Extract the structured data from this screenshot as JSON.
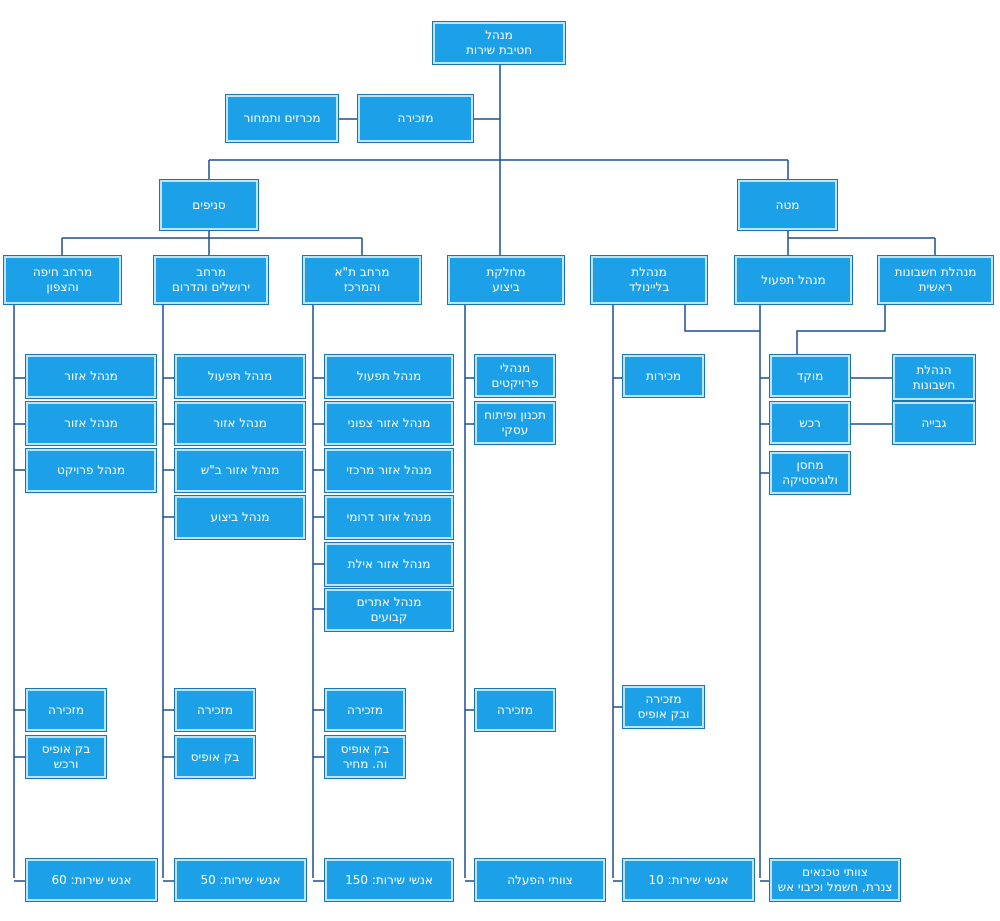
{
  "chart": {
    "ceo": {
      "line1": "מנהל",
      "line2": "חטיבת שירות"
    },
    "ceo_secretary": "מזכירה",
    "recruitment": "מכרזים ותמחור",
    "branches": "סניפים",
    "hq": "מטה",
    "haifa": {
      "line1": "מרחב חיפה",
      "line2": "והצפון",
      "staff": [
        "מנהל אזור",
        "מנהל אזור",
        "מנהל פרויקט"
      ],
      "secretary": "מזכירה",
      "backoffice": {
        "line1": "בק אופיס",
        "line2": "ורכש"
      },
      "headcount": "אנשי שירות: 60"
    },
    "jerusalem": {
      "line1": "מרחב",
      "line2": "ירושלים והדרום",
      "staff": [
        "מנהל תפעול",
        "מנהל אזור",
        "מנהל אזור ב\"ש",
        "מנהל ביצוע"
      ],
      "secretary": "מזכירה",
      "backoffice": "בק אופיס",
      "headcount": "אנשי שירות: 50"
    },
    "telaviv": {
      "line1": "מרחב ת\"א",
      "line2": "והמרכז",
      "staff": [
        "מנהל תפעול",
        "מנהל אזור צפוני",
        "מנהל אזור מרכזי",
        "מנהל אזור דרומי",
        "מנהל אזור אילת"
      ],
      "fixed_sites": {
        "line1": "מנהל אתרים",
        "line2": "קבועים"
      },
      "secretary": "מזכירה",
      "backoffice": {
        "line1": "בק אופיס",
        "line2": "וה. מחיר"
      },
      "headcount": "אנשי שירות: 150"
    },
    "execution": {
      "line1": "מחלקת",
      "line2": "ביצוע",
      "projects": {
        "line1": "מנהלי",
        "line2": "פרויקטים"
      },
      "planning": {
        "line1": "תכנון ופיתוח",
        "line2": "עסקי"
      },
      "secretary": "מזכירה",
      "teams": "צוותי הפעלה"
    },
    "blinold": {
      "line1": "מנהלת",
      "line2": "בליינולד",
      "sales": "מכירות",
      "secretary": {
        "line1": "מזכירה",
        "line2": "ובק אופיס"
      },
      "headcount": "אנשי שירות: 10"
    },
    "operations": {
      "title": "מנהל תפעול",
      "dispatch": "מוקד",
      "purchasing": "רכש",
      "warehouse": {
        "line1": "מחסן",
        "line2": "ולוגיסטיקה"
      },
      "technicians": {
        "line1": "צוותי טכנאים",
        "line2": "צנרת, חשמל וכיבוי אש"
      }
    },
    "accounting": {
      "line1": "מנהלת חשבונות",
      "line2": "ראשית",
      "bookkeeping": {
        "line1": "הנהלת",
        "line2": "חשבונות"
      },
      "collection": "גבייה"
    }
  },
  "colors": {
    "box_fill": "#1ca0e8",
    "box_border": "#bfe3f7",
    "line": "#1e4f8f"
  }
}
